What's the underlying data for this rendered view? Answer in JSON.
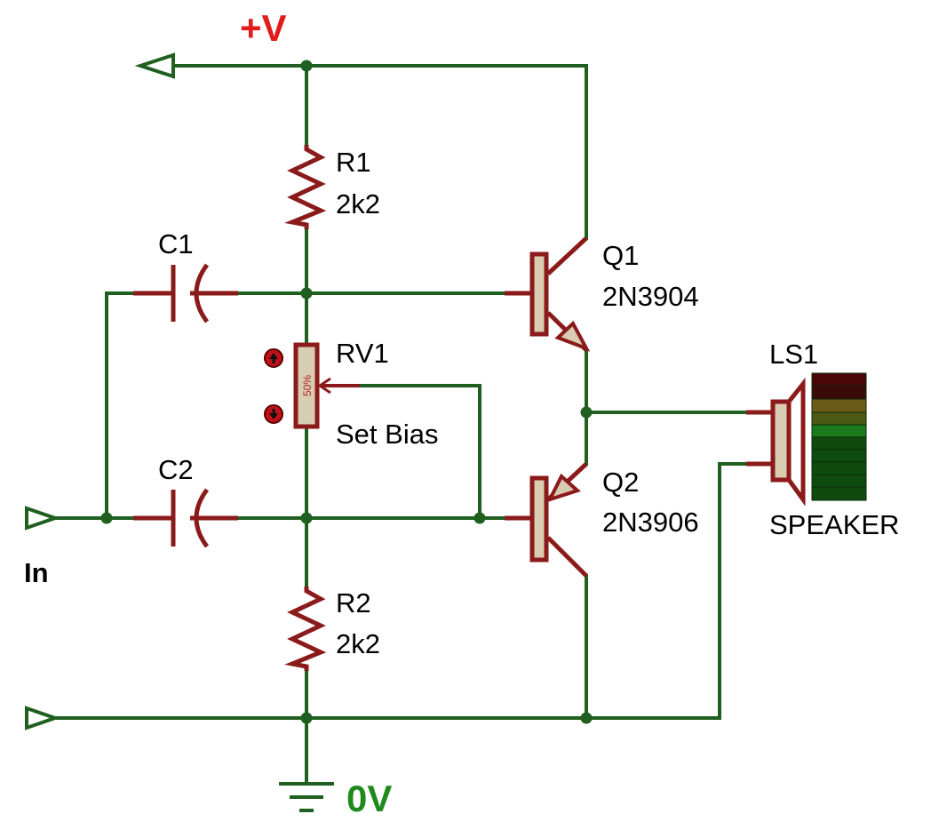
{
  "colors": {
    "wire": "#1f5f1f",
    "component": "#8b1a1a",
    "component_body": "#d8cdb3",
    "supply_label": "#e31b1b",
    "ground_label": "#1e8a1e",
    "meter_bright_green": "#1b7a1b",
    "meter_dark_green": "#0f4a0f",
    "meter_olive": "#6b5a18",
    "meter_dark_red": "#4a0606"
  },
  "supply": {
    "label": "+V"
  },
  "ground": {
    "label": "0V"
  },
  "input": {
    "label": "In"
  },
  "components": {
    "r1": {
      "ref": "R1",
      "value": "2k2"
    },
    "r2": {
      "ref": "R2",
      "value": "2k2"
    },
    "c1": {
      "ref": "C1"
    },
    "c2": {
      "ref": "C2"
    },
    "rv1": {
      "ref": "RV1",
      "value": "Set Bias",
      "position": "50%"
    },
    "q1": {
      "ref": "Q1",
      "value": "2N3904"
    },
    "q2": {
      "ref": "Q2",
      "value": "2N3906"
    },
    "ls1": {
      "ref": "LS1",
      "value": "SPEAKER"
    }
  },
  "icons": {
    "rv1_increase": "arrow-up-icon",
    "rv1_decrease": "arrow-down-icon",
    "terminal": "terminal-arrow-icon",
    "ground": "ground-icon"
  }
}
